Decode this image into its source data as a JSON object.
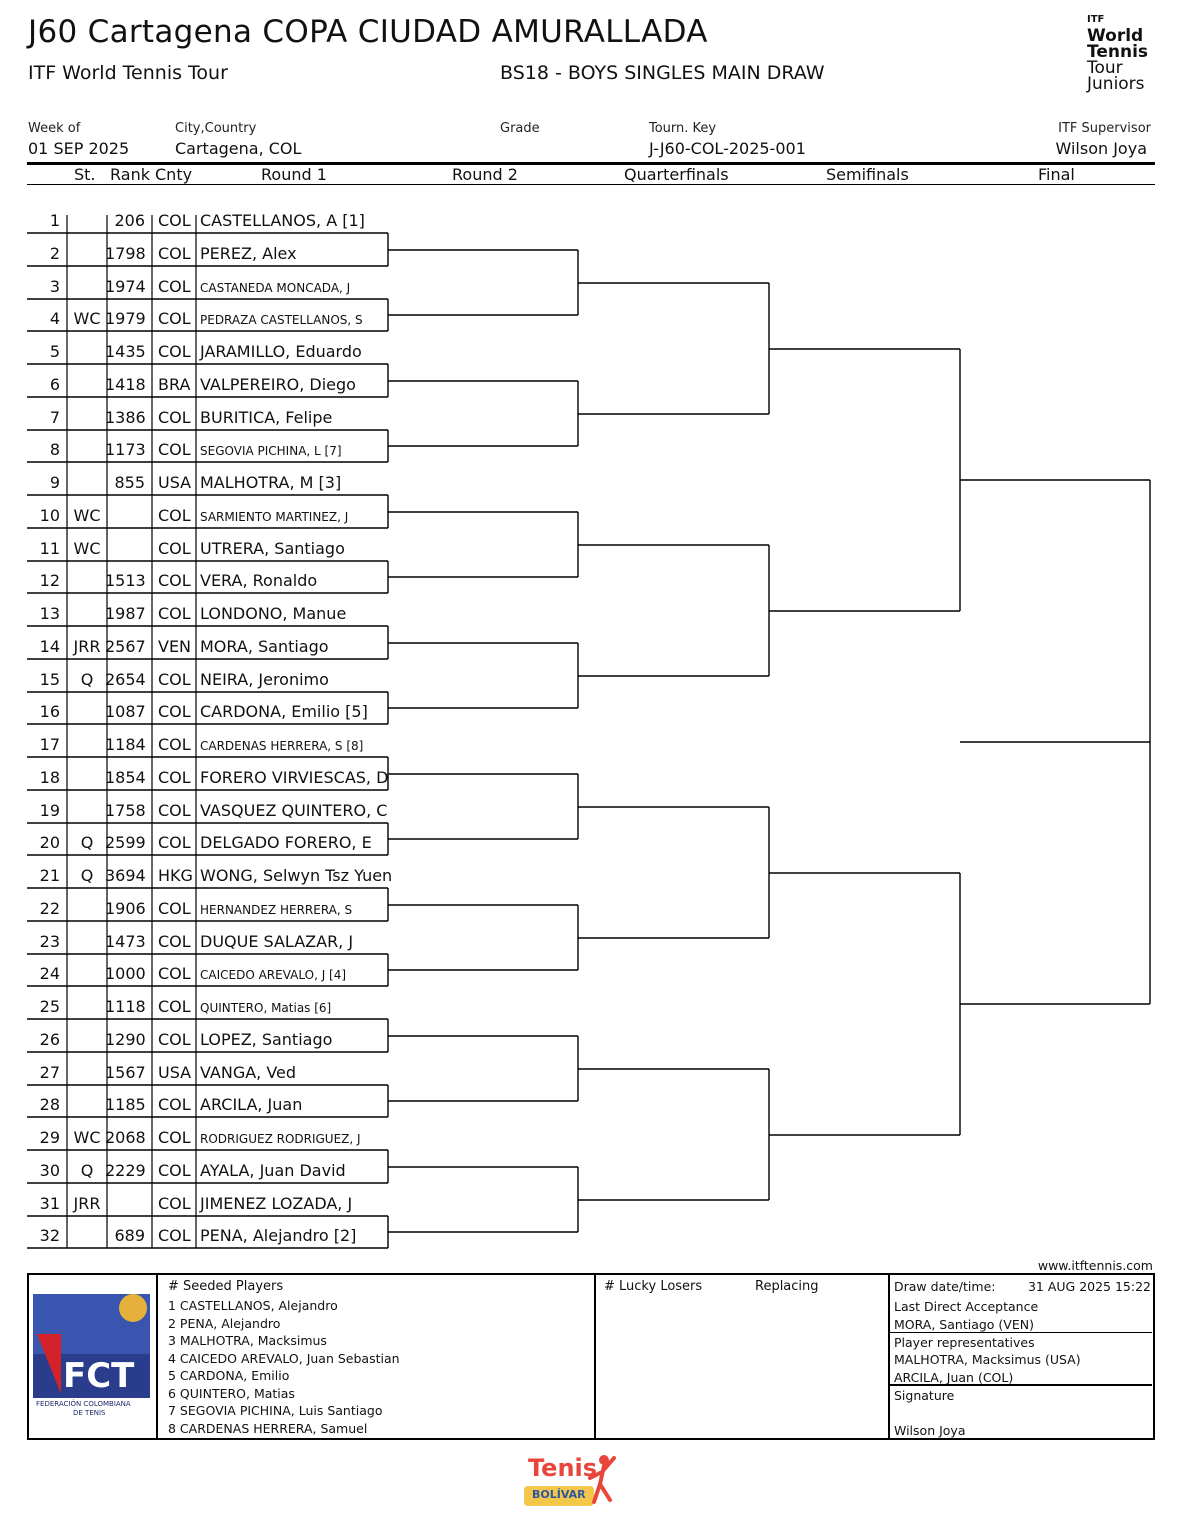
{
  "header": {
    "title": "J60 Cartagena COPA CIUDAD AMURALLADA",
    "tour": "ITF World Tennis Tour",
    "event": "BS18 - BOYS SINGLES MAIN DRAW",
    "logo_lines": [
      "ITF",
      "World",
      "Tennis",
      "Tour",
      "Juniors"
    ]
  },
  "info": {
    "week_label": "Week of",
    "week_value": "01 SEP 2025",
    "city_label": "City,Country",
    "city_value": "Cartagena, COL",
    "grade_label": "Grade",
    "key_label": "Tourn. Key",
    "key_value": "J-J60-COL-2025-001",
    "sup_label": "ITF Supervisor",
    "sup_value": "Wilson Joya"
  },
  "columns": {
    "st": "St.",
    "rank": "Rank",
    "cnty": "Cnty",
    "r1": "Round 1",
    "r2": "Round 2",
    "qf": "Quarterfinals",
    "sf": "Semifinals",
    "final": "Final"
  },
  "players": [
    {
      "n": "1",
      "st": "",
      "rank": "206",
      "cnty": "COL",
      "name": "CASTELLANOS, A [1]",
      "small": false
    },
    {
      "n": "2",
      "st": "",
      "rank": "1798",
      "cnty": "COL",
      "name": "PEREZ, Alex",
      "small": false
    },
    {
      "n": "3",
      "st": "",
      "rank": "1974",
      "cnty": "COL",
      "name": "CASTANEDA MONCADA, J",
      "small": true
    },
    {
      "n": "4",
      "st": "WC",
      "rank": "1979",
      "cnty": "COL",
      "name": "PEDRAZA CASTELLANOS, S",
      "small": true
    },
    {
      "n": "5",
      "st": "",
      "rank": "1435",
      "cnty": "COL",
      "name": "JARAMILLO, Eduardo",
      "small": false
    },
    {
      "n": "6",
      "st": "",
      "rank": "1418",
      "cnty": "BRA",
      "name": "VALPEREIRO, Diego",
      "small": false
    },
    {
      "n": "7",
      "st": "",
      "rank": "1386",
      "cnty": "COL",
      "name": "BURITICA, Felipe",
      "small": false
    },
    {
      "n": "8",
      "st": "",
      "rank": "1173",
      "cnty": "COL",
      "name": "SEGOVIA PICHINA, L [7]",
      "small": true
    },
    {
      "n": "9",
      "st": "",
      "rank": "855",
      "cnty": "USA",
      "name": "MALHOTRA, M [3]",
      "small": false
    },
    {
      "n": "10",
      "st": "WC",
      "rank": "",
      "cnty": "COL",
      "name": "SARMIENTO MARTINEZ, J",
      "small": true
    },
    {
      "n": "11",
      "st": "WC",
      "rank": "",
      "cnty": "COL",
      "name": "UTRERA, Santiago",
      "small": false
    },
    {
      "n": "12",
      "st": "",
      "rank": "1513",
      "cnty": "COL",
      "name": "VERA, Ronaldo",
      "small": false
    },
    {
      "n": "13",
      "st": "",
      "rank": "1987",
      "cnty": "COL",
      "name": "LONDONO, Manue",
      "small": false
    },
    {
      "n": "14",
      "st": "JRR",
      "rank": "2567",
      "cnty": "VEN",
      "name": "MORA, Santiago",
      "small": false
    },
    {
      "n": "15",
      "st": "Q",
      "rank": "2654",
      "cnty": "COL",
      "name": "NEIRA, Jeronimo",
      "small": false
    },
    {
      "n": "16",
      "st": "",
      "rank": "1087",
      "cnty": "COL",
      "name": "CARDONA, Emilio [5]",
      "small": false
    },
    {
      "n": "17",
      "st": "",
      "rank": "1184",
      "cnty": "COL",
      "name": "CARDENAS HERRERA, S [8]",
      "small": true
    },
    {
      "n": "18",
      "st": "",
      "rank": "1854",
      "cnty": "COL",
      "name": "FORERO VIRVIESCAS, D",
      "small": false
    },
    {
      "n": "19",
      "st": "",
      "rank": "1758",
      "cnty": "COL",
      "name": "VASQUEZ QUINTERO, C",
      "small": false
    },
    {
      "n": "20",
      "st": "Q",
      "rank": "2599",
      "cnty": "COL",
      "name": "DELGADO FORERO, E",
      "small": false
    },
    {
      "n": "21",
      "st": "Q",
      "rank": "3694",
      "cnty": "HKG",
      "name": "WONG, Selwyn Tsz Yuen",
      "small": false
    },
    {
      "n": "22",
      "st": "",
      "rank": "1906",
      "cnty": "COL",
      "name": "HERNANDEZ HERRERA, S",
      "small": true
    },
    {
      "n": "23",
      "st": "",
      "rank": "1473",
      "cnty": "COL",
      "name": "DUQUE SALAZAR, J",
      "small": false
    },
    {
      "n": "24",
      "st": "",
      "rank": "1000",
      "cnty": "COL",
      "name": "CAICEDO AREVALO, J [4]",
      "small": true
    },
    {
      "n": "25",
      "st": "",
      "rank": "1118",
      "cnty": "COL",
      "name": "QUINTERO, Matias [6]",
      "small": true
    },
    {
      "n": "26",
      "st": "",
      "rank": "1290",
      "cnty": "COL",
      "name": "LOPEZ, Santiago",
      "small": false
    },
    {
      "n": "27",
      "st": "",
      "rank": "1567",
      "cnty": "USA",
      "name": "VANGA, Ved",
      "small": false
    },
    {
      "n": "28",
      "st": "",
      "rank": "1185",
      "cnty": "COL",
      "name": "ARCILA, Juan",
      "small": false
    },
    {
      "n": "29",
      "st": "WC",
      "rank": "2068",
      "cnty": "COL",
      "name": "RODRIGUEZ RODRIGUEZ, J",
      "small": true
    },
    {
      "n": "30",
      "st": "Q",
      "rank": "2229",
      "cnty": "COL",
      "name": "AYALA, Juan David",
      "small": false
    },
    {
      "n": "31",
      "st": "JRR",
      "rank": "",
      "cnty": "COL",
      "name": "JIMENEZ LOZADA, J",
      "small": false
    },
    {
      "n": "32",
      "st": "",
      "rank": "689",
      "cnty": "COL",
      "name": "PENA, Alejandro [2]",
      "small": false
    }
  ],
  "footer": {
    "website": "www.itftennis.com",
    "seeded_title": "#  Seeded Players",
    "seeds": [
      "1  CASTELLANOS, Alejandro",
      "2  PENA, Alejandro",
      "3  MALHOTRA, Macksimus",
      "4  CAICEDO AREVALO, Juan Sebastian",
      "5  CARDONA, Emilio",
      "6  QUINTERO, Matias",
      "7  SEGOVIA PICHINA, Luis Santiago",
      "8  CARDENAS HERRERA, Samuel"
    ],
    "ll_title": "# Lucky Losers",
    "replacing": "Replacing",
    "draw_label": "Draw date/time:",
    "draw_value": "31 AUG 2025 15:22",
    "lda_label": "Last Direct Acceptance",
    "lda_value": "MORA, Santiago (VEN)",
    "rep_label": "Player representatives",
    "rep1": "MALHOTRA, Macksimus (USA)",
    "rep2": "ARCILA, Juan (COL)",
    "sig_label": "Signature",
    "sig_value": "Wilson Joya",
    "fct_logo": "FCT",
    "fct_name1": "FEDERACIÓN COLOMBIANA",
    "fct_name2": "DE TENIS",
    "bottom_logo1": "Tenis",
    "bottom_logo2": "BOLÍVAR"
  }
}
